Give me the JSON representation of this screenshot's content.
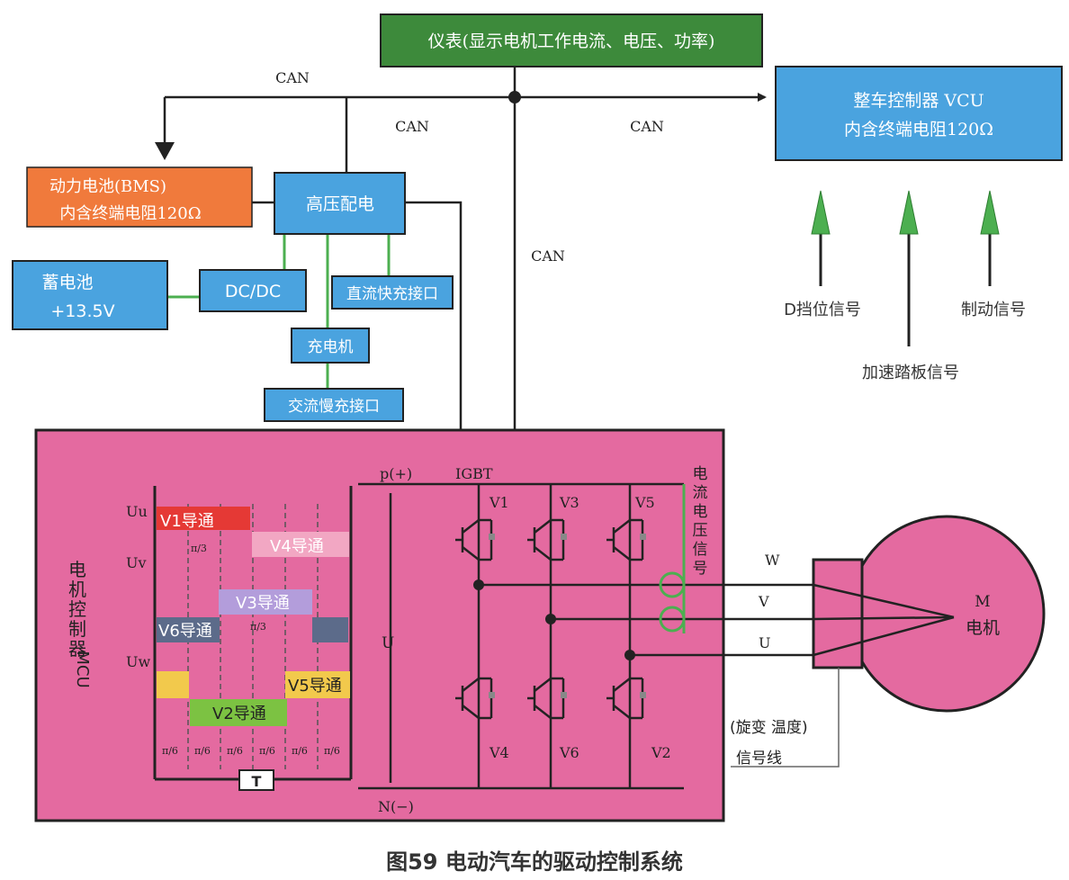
{
  "caption": "图59 电动汽车的驱动控制系统",
  "colors": {
    "green_box": "#3d8a3b",
    "blue_box": "#4aa3df",
    "orange_box": "#f07a3c",
    "mcu_pink": "#e46aa0",
    "motor_pink": "#e46aa0",
    "v1_red": "#e53935",
    "v4_pink": "#f2a7c3",
    "v3_purple": "#b39ddb",
    "v6_slate": "#5c6b8a",
    "v5_yellow": "#f2c94c",
    "v2_green": "#7cc242",
    "wire_green": "#4caf50"
  },
  "boxes": {
    "meter": "仪表(显示电机工作电流、电压、功率)",
    "vcu_line1": "整车控制器 VCU",
    "vcu_line2": "内含终端电阻120Ω",
    "bms_line1": "动力电池(BMS)",
    "bms_line2": "内含终端电阻120Ω",
    "hv": "高压配电",
    "battery_line1": "蓄电池",
    "battery_line2": "+13.5V",
    "dcdc": "DC/DC",
    "dc_fast": "直流快充接口",
    "charger": "充电机",
    "ac_slow": "交流慢充接口"
  },
  "labels": {
    "can_top": "CAN",
    "can_mid": "CAN",
    "can_right": "CAN",
    "can_vertical": "CAN",
    "d_gear": "D挡位信号",
    "brake": "制动信号",
    "accel": "加速踏板信号"
  },
  "mcu": {
    "title": "电机控制器MCU",
    "p_plus": "p(+)",
    "n_minus": "N(−)",
    "igbt": "IGBT",
    "u_bus": "U",
    "current_signal": "电流电压信号",
    "uu": "Uu",
    "uv": "Uv",
    "uw": "Uw",
    "period": "T",
    "pi3_a": "π/3",
    "pi3_b": "π/3",
    "pi6": "π/6",
    "v1": "V1",
    "v3": "V3",
    "v5": "V5",
    "v4": "V4",
    "v6": "V6",
    "v2": "V2",
    "bars": {
      "v1": "V1导通",
      "v4": "V4导通",
      "v3": "V3导通",
      "v6": "V6导通",
      "v5": "V5导通",
      "v2": "V2导通"
    }
  },
  "motor": {
    "w": "W",
    "v": "V",
    "u": "U",
    "m": "M",
    "name": "电机",
    "resolver_line1": "(旋变 温度)",
    "resolver_line2": "信号线"
  }
}
